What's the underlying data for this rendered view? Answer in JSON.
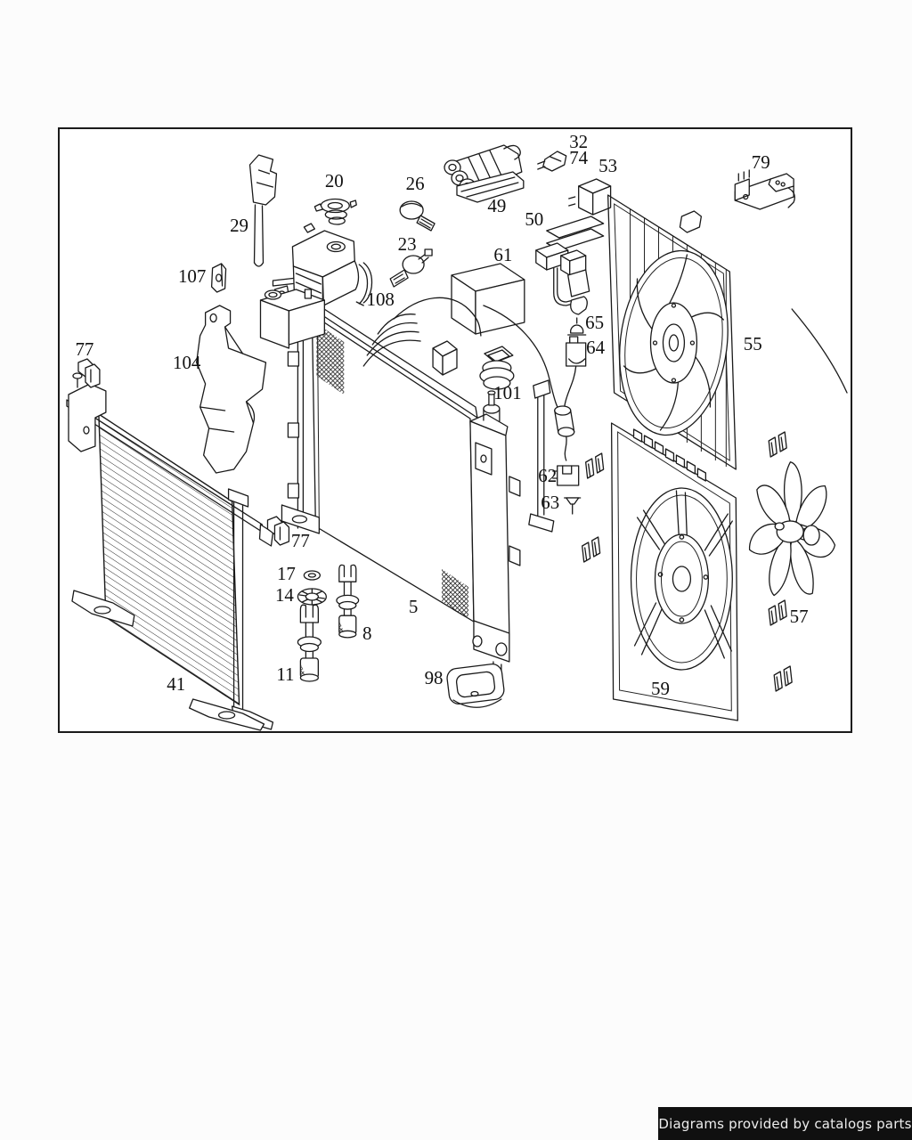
{
  "page": {
    "background": "#fcfcfc"
  },
  "diagram": {
    "background": "#ffffff",
    "border_color": "#1a1a1a",
    "stroke_color": "#1a1a1a",
    "labels": [
      {
        "text": "29"
      },
      {
        "text": "20"
      },
      {
        "text": "26"
      },
      {
        "text": "23"
      },
      {
        "text": "49"
      },
      {
        "text": "32"
      },
      {
        "text": "74"
      },
      {
        "text": "53"
      },
      {
        "text": "79"
      },
      {
        "text": "50"
      },
      {
        "text": "61"
      },
      {
        "text": "107"
      },
      {
        "text": "108"
      },
      {
        "text": "104"
      },
      {
        "text": "77"
      },
      {
        "text": "65"
      },
      {
        "text": "64"
      },
      {
        "text": "101"
      },
      {
        "text": "55"
      },
      {
        "text": "62"
      },
      {
        "text": "63"
      },
      {
        "text": "77"
      },
      {
        "text": "17"
      },
      {
        "text": "14"
      },
      {
        "text": "5"
      },
      {
        "text": "8"
      },
      {
        "text": "11"
      },
      {
        "text": "98"
      },
      {
        "text": "41"
      },
      {
        "text": "59"
      },
      {
        "text": "57"
      }
    ]
  },
  "footer": {
    "caption": "Diagrams provided by catalogs parts",
    "background": "#101010",
    "color": "#ededed"
  }
}
